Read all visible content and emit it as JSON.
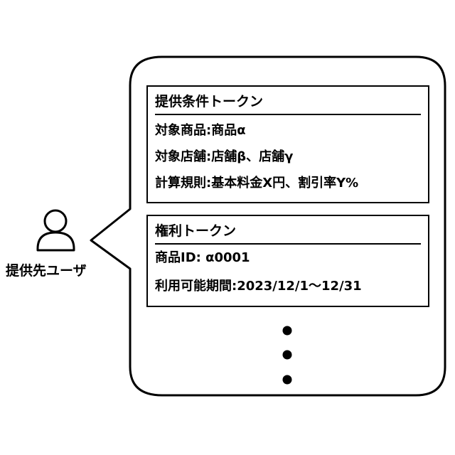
{
  "user": {
    "label": "提供先ユーザ",
    "icon": "person-icon"
  },
  "conditions_token": {
    "title": "提供条件トークン",
    "lines": [
      "対象商品:商品α",
      "対象店舗:店舗β、店舗γ",
      "計算規則:基本料金X円、割引率Y%"
    ]
  },
  "rights_token": {
    "title": "権利トークン",
    "lines": [
      "商品ID: α0001",
      "利用可能期間:2023/12/1～12/31"
    ]
  },
  "continuation": {
    "icon": "vertical-ellipsis-icon",
    "dot_count": 3
  },
  "colors": {
    "stroke": "#000000",
    "background": "#ffffff"
  }
}
